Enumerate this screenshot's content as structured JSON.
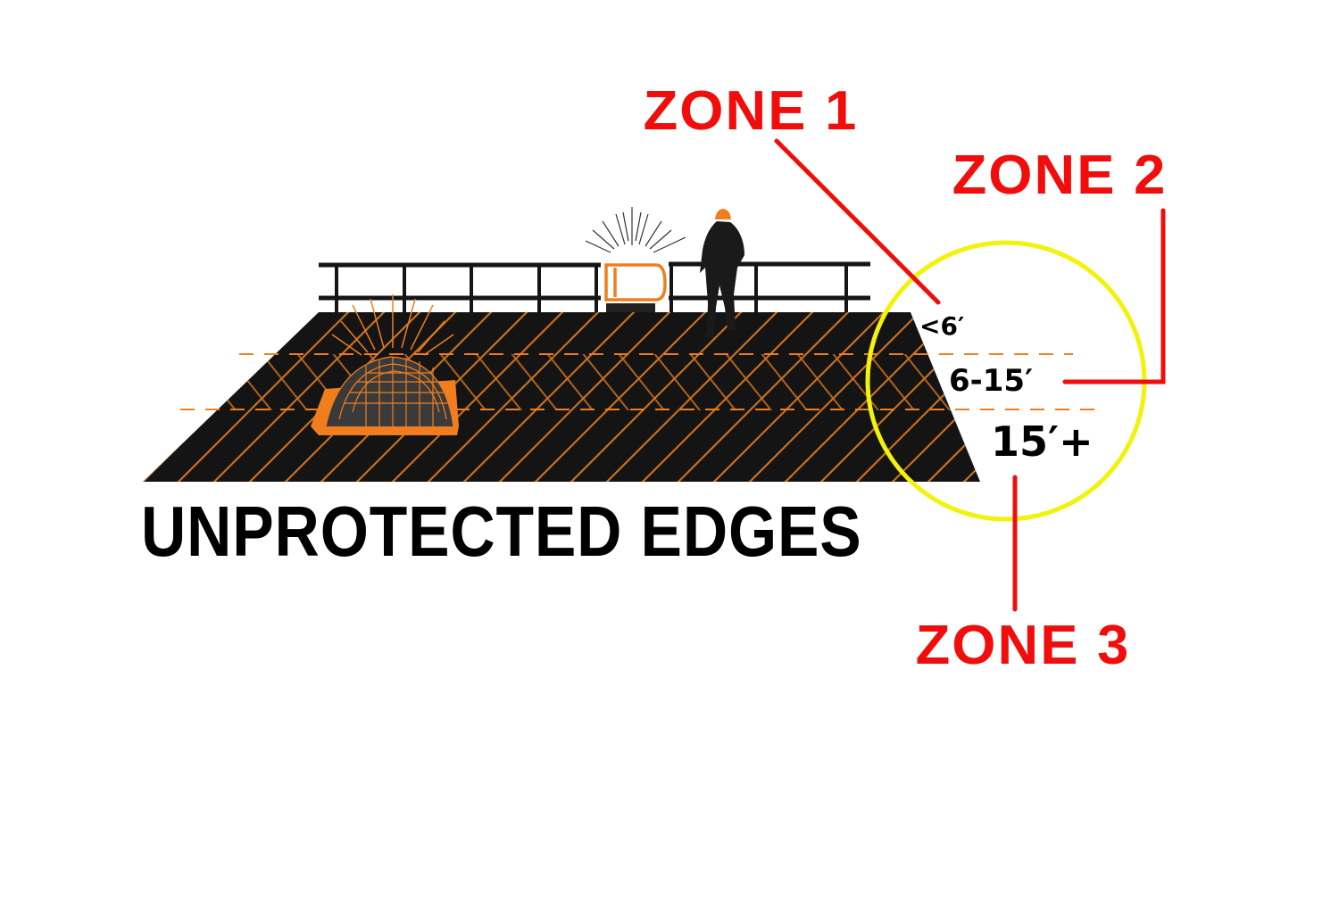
{
  "diagram": {
    "title": "UNPROTECTED EDGES",
    "zones": [
      {
        "label": "ZONE 1",
        "distance": "<6′"
      },
      {
        "label": "ZONE 2",
        "distance": "6-15′"
      },
      {
        "label": "ZONE 3",
        "distance": "15′+"
      }
    ],
    "elements": [
      "roof-surface",
      "guardrail",
      "self-closing-safety-gate",
      "worker-silhouette",
      "skylight-with-screen"
    ],
    "colors": {
      "zone_label": "#f20d0d",
      "callout_circle": "#f2f20d",
      "accent_orange": "#f07d1e",
      "roof": "#141414",
      "text": "#000000"
    }
  }
}
